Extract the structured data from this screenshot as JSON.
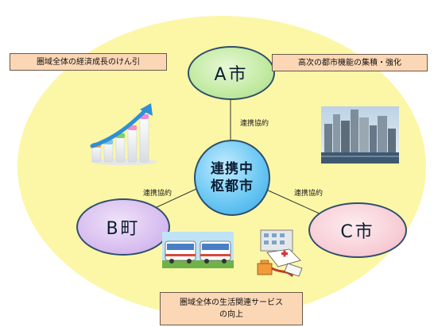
{
  "diagram": {
    "nodes": {
      "a_city": "A市",
      "center": [
        "連携中",
        "枢都市"
      ],
      "b_town": "B町",
      "c_city": "C市"
    },
    "edges": {
      "center_a": "連携協約",
      "center_b": "連携協約",
      "center_c": "連携協約"
    },
    "callouts": {
      "top_left": "圏域全体の経済成長のけん引",
      "top_right": "高次の都市機能の集積・強化",
      "bottom": [
        "圏域全体の生活関連サービス",
        "の向上"
      ]
    }
  },
  "icons": [
    "growth-chart-icon",
    "city-skyline-icon",
    "bus-icon",
    "medical-care-icon"
  ],
  "colors": {
    "background_ellipse": "#fbf7a6",
    "node_a": "#c2eaa2",
    "node_center": "#6cc8f4",
    "node_b": "#d9bff0",
    "node_c": "#f8cfd7",
    "callout": "#fbd7b6"
  }
}
